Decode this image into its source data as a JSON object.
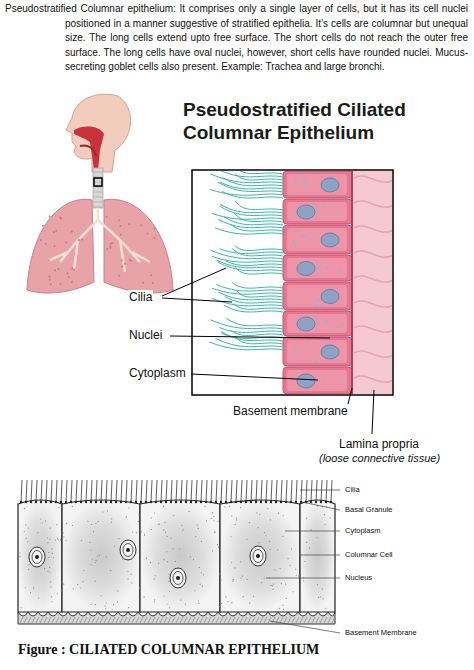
{
  "diagram": {
    "title": "Pseudostratified Ciliated Columnar Epithelium",
    "caption": "Figure : CILIATED COLUMNAR EPITHELIUM",
    "labels": [
      "Pseudostratified Columnar epithelium: It comprises only a single layer of cells, but it has its cell nuclei positioned in a manner suggestive of stratified epithelia. It’s cells are columnar but unequal size. The long cells extend upto free surface. The short cells do not reach the outer free surface. The long cells have oval nuclei, however, short cells have rounded nuclei. Mucus-secreting goblet cells also present. Example: Trachea and large bronchi.",
      "Cilia",
      "Nuclei",
      "Cytoplasm",
      "Basement membrane",
      "Lamina propria",
      "(loose connective tissue)",
      "Cilia",
      "Basal Granule",
      "Cytoplasm",
      "Columnar Cell",
      "Nucleus",
      "Basement Membrane"
    ]
  }
}
